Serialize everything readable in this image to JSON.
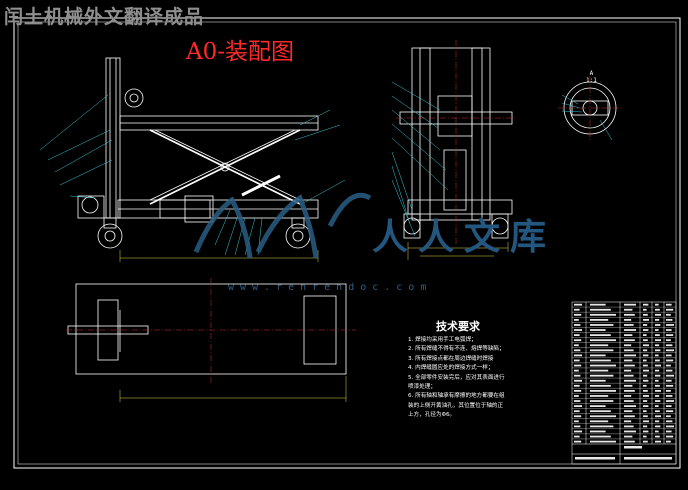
{
  "header": {
    "brand_text": "闰土机械外文翻译成品",
    "drawing_title": "A0-装配图"
  },
  "detail_view": {
    "label": "A",
    "scale": "1:1"
  },
  "watermark": {
    "logo_text": "人人文库",
    "url_text": "www.renrendoc.com",
    "color": "#2a5d84"
  },
  "tech_requirements": {
    "title": "技术要求",
    "items": [
      "1. 焊接均采用手工电弧焊；",
      "2. 所有焊缝不得有不连、熔焊等缺陷；",
      "3. 所有焊接点都在周边焊缝时焊接",
      "4. 内焊缝圆应处的焊接方式一样；",
      "5. 全部零件安装完后，应对其表面进行",
      "   喷漆处理；",
      "6. 所有轴和轴承有摩擦的地方都要在组",
      "   装的上侧开黄油孔，其位置位于轴的正",
      "   上方，孔径为Φ6。"
    ]
  },
  "colors": {
    "background": "#000000",
    "line": "#ffffff",
    "title_red": "#ff2a2a",
    "brand_gray": "#8f8f8f",
    "centerline_red": "#d23030",
    "leader_cyan": "#38c8d8",
    "outline_yellow": "#e6d84a"
  }
}
